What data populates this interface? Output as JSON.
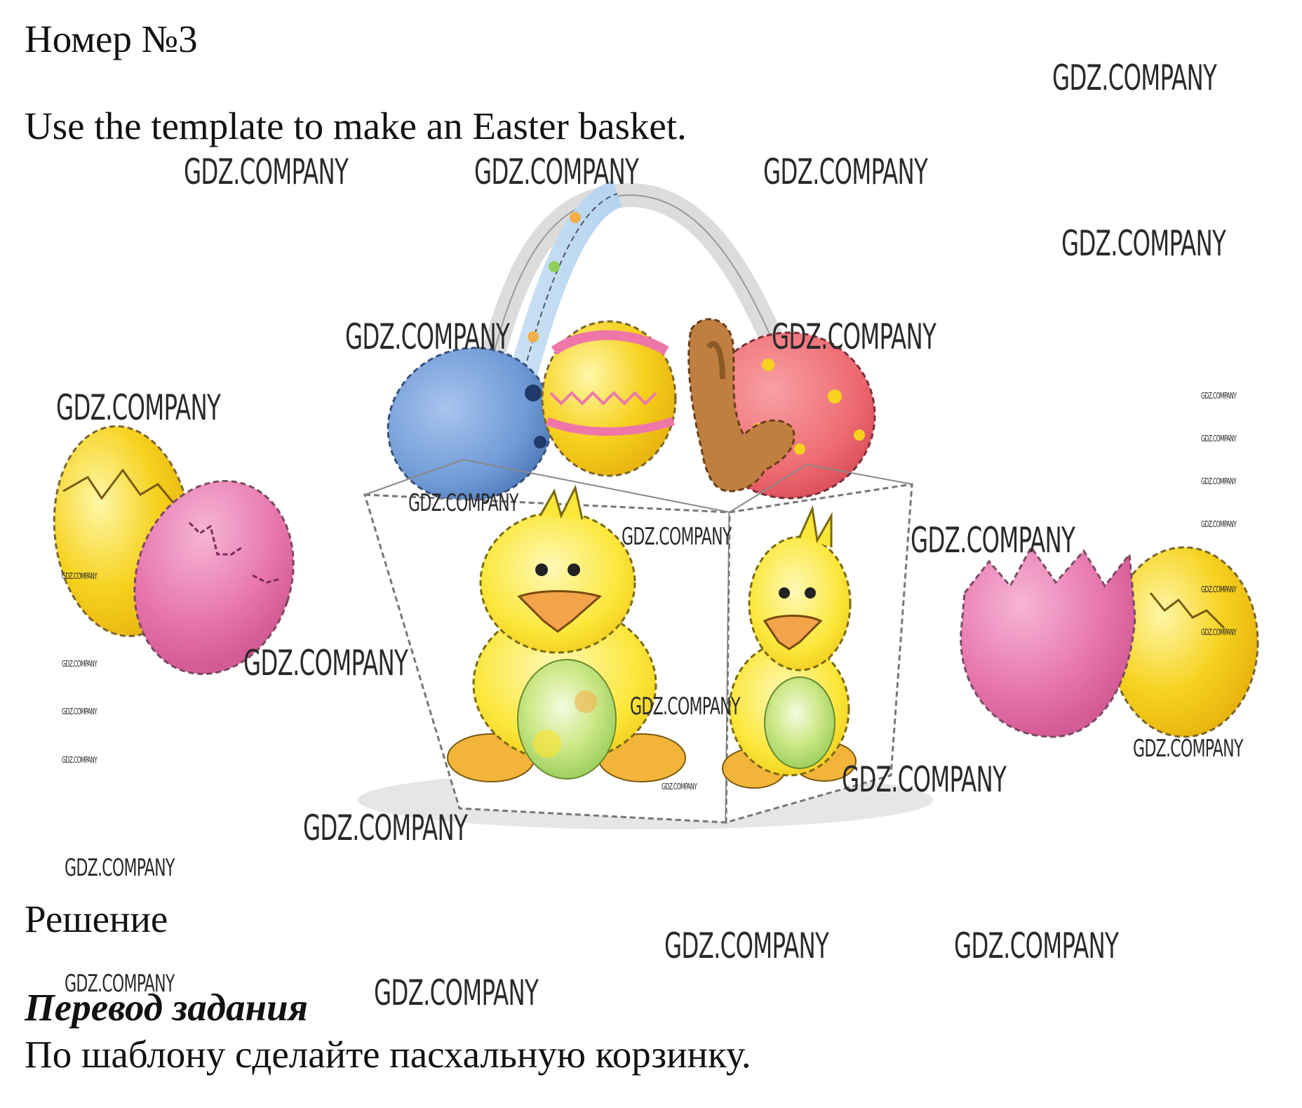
{
  "task": {
    "number": "Номер №3",
    "instruction": "Use the template to make an Easter basket."
  },
  "solution": {
    "label": "Решение",
    "translation_title": "Перевод задания",
    "translation_text": "По шаблону сделайте пасхальную корзинку."
  },
  "watermark": "GDZ.COMPANY",
  "colors": {
    "egg_yellow": "#f6d21e",
    "egg_pink": "#e777ae",
    "egg_blue": "#6f9ad6",
    "egg_red": "#ee6b72",
    "chick_yellow": "#fbe73a",
    "bunny_brown": "#b8733a"
  }
}
